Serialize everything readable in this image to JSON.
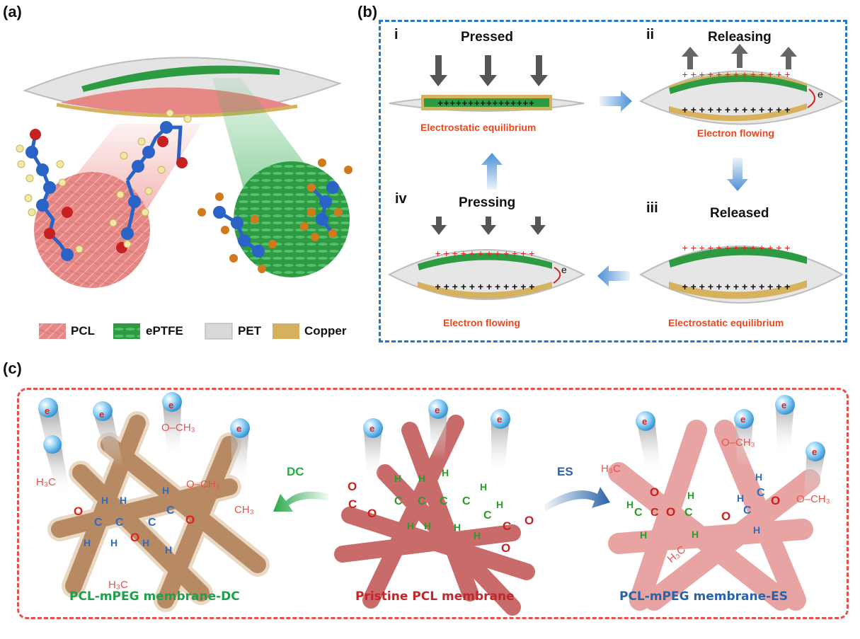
{
  "panels": {
    "a": {
      "label": "(a)",
      "legend": [
        {
          "text": "PCL",
          "color": "#e28886"
        },
        {
          "text": "ePTFE",
          "color": "#2e9b43"
        },
        {
          "text": "PET",
          "color": "#cfcfcf"
        },
        {
          "text": "Copper",
          "color": "#d6b25e"
        }
      ]
    },
    "b": {
      "label": "(b)",
      "border_color": "#2478c6",
      "stages": [
        {
          "roman": "i",
          "title": "Pressed",
          "caption": "Electrostatic equilibrium"
        },
        {
          "roman": "ii",
          "title": "Releasing",
          "caption": "Electron flowing"
        },
        {
          "roman": "iii",
          "title": "Released",
          "caption": "Electrostatic equilibrium"
        },
        {
          "roman": "iv",
          "title": "Pressing",
          "caption": "Electron flowing"
        }
      ],
      "electron": "e",
      "electron_sup": "-"
    },
    "c": {
      "label": "(c)",
      "border_color": "#e8514a",
      "dc_label": "DC",
      "es_label": "ES",
      "captions": {
        "left": "PCL-mPEG membrane-DC",
        "center": "Pristine PCL membrane",
        "right": "PCL-mPEG membrane-ES"
      },
      "caption_colors": {
        "left": "#1fa04a",
        "center": "#c0262c",
        "right": "#2a63a8"
      },
      "chem": {
        "h3c_o": "H₃C",
        "o": "O",
        "ch3": "CH₃",
        "o_ch3": "O–CH₃",
        "c": "C",
        "h": "H"
      }
    }
  }
}
